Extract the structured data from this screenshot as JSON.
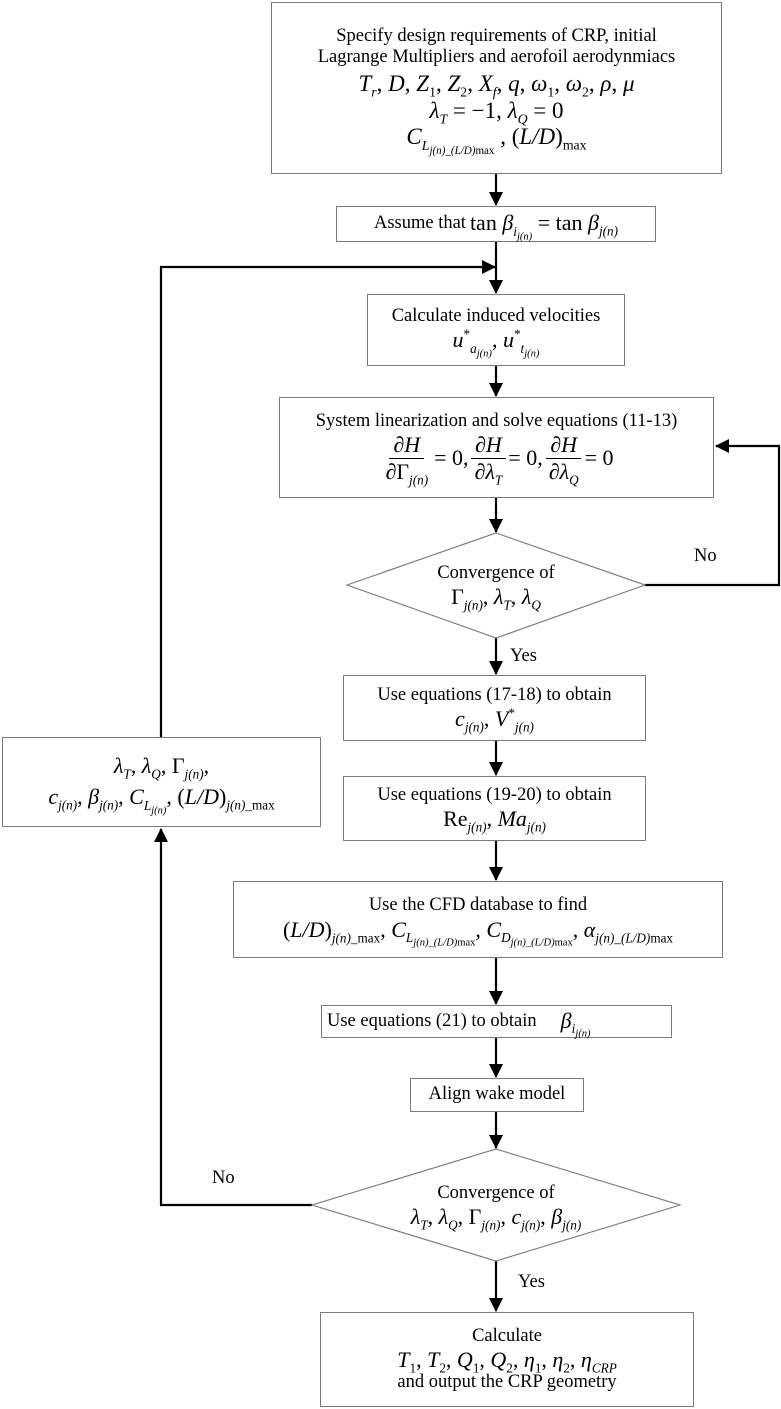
{
  "diagram": {
    "type": "flowchart",
    "nodes": {
      "specify": {
        "line1": "Specify design requirements of CRP, initial",
        "line2": "Lagrange Multipliers and aerofoil aerodynmiacs",
        "math1": "Tr, D, Z1, Z2, Xf, q, ω1, ω2, ρ, μ",
        "math2": "λT = −1, λQ = 0",
        "math3": "C_L_j(n)_(L/D)max, (L/D)max"
      },
      "assume": {
        "text": "Assume that",
        "math": "tan β_i_j(n) = tan β_j(n)"
      },
      "induced": {
        "text": "Calculate induced velocities",
        "math": "u*_a_j(n), u*_t_j(n)"
      },
      "linearize": {
        "text": "System linearization and solve equations (11-13)",
        "math": "∂H/∂Γj(n) = 0, ∂H/∂λT = 0, ∂H/∂λQ = 0"
      },
      "conv1": {
        "text": "Convergence of",
        "math": "Γj(n), λT, λQ"
      },
      "eq1718": {
        "text": "Use equations (17-18) to obtain",
        "math": "cj(n), V*j(n)"
      },
      "eq1920": {
        "text": "Use equations (19-20) to obtain",
        "math": "Re j(n), Ma j(n)"
      },
      "cfd": {
        "text": "Use the CFD database to find",
        "math": "(L/D)j(n)_max, C_L j(n)_(L/D)max, C_D j(n)_(L/D)max, α j(n)_(L/D)max"
      },
      "eq21": {
        "text": "Use equations (21) to obtain",
        "math": "β_i_j(n)"
      },
      "wake": {
        "text": "Align wake model"
      },
      "conv2": {
        "text": "Convergence of",
        "math": "λT, λQ, Γj(n), cj(n), βj(n)"
      },
      "calc": {
        "line1": "Calculate",
        "math": "T1, T2, Q1, Q2, η1, η2, ηCRP",
        "line3": "and output the CRP geometry"
      },
      "update": {
        "math1": "λT, λQ, Γj(n),",
        "math2": "cj(n), βj(n), C_L_j(n), (L/D)j(n)_max"
      }
    },
    "edge_labels": {
      "conv1_no": "No",
      "conv1_yes": "Yes",
      "conv2_no": "No",
      "conv2_yes": "Yes"
    },
    "symbols": {
      "T": "T",
      "r": "r",
      "D": "D",
      "Z": "Z",
      "X": "X",
      "f": "f",
      "q": "q",
      "omega": "ω",
      "rho": "ρ",
      "mu": "μ",
      "lambda": "λ",
      "Q": "Q",
      "C": "C",
      "L": "L",
      "LD": "L/D",
      "max": "max",
      "beta": "β",
      "tan": "tan",
      "i": "i",
      "jn": "j(n)",
      "u": "u",
      "a": "a",
      "t": "t",
      "star": "*",
      "H": "H",
      "partial": "∂",
      "Gamma": "Γ",
      "c": "c",
      "V": "V",
      "Re": "Re",
      "Ma": "Ma",
      "alpha": "α",
      "eta": "η",
      "CRP": "CRP",
      "one": "1",
      "two": "2",
      "zero": "0",
      "neg1": "−1",
      "eq": "=",
      "comma": ","
    }
  }
}
